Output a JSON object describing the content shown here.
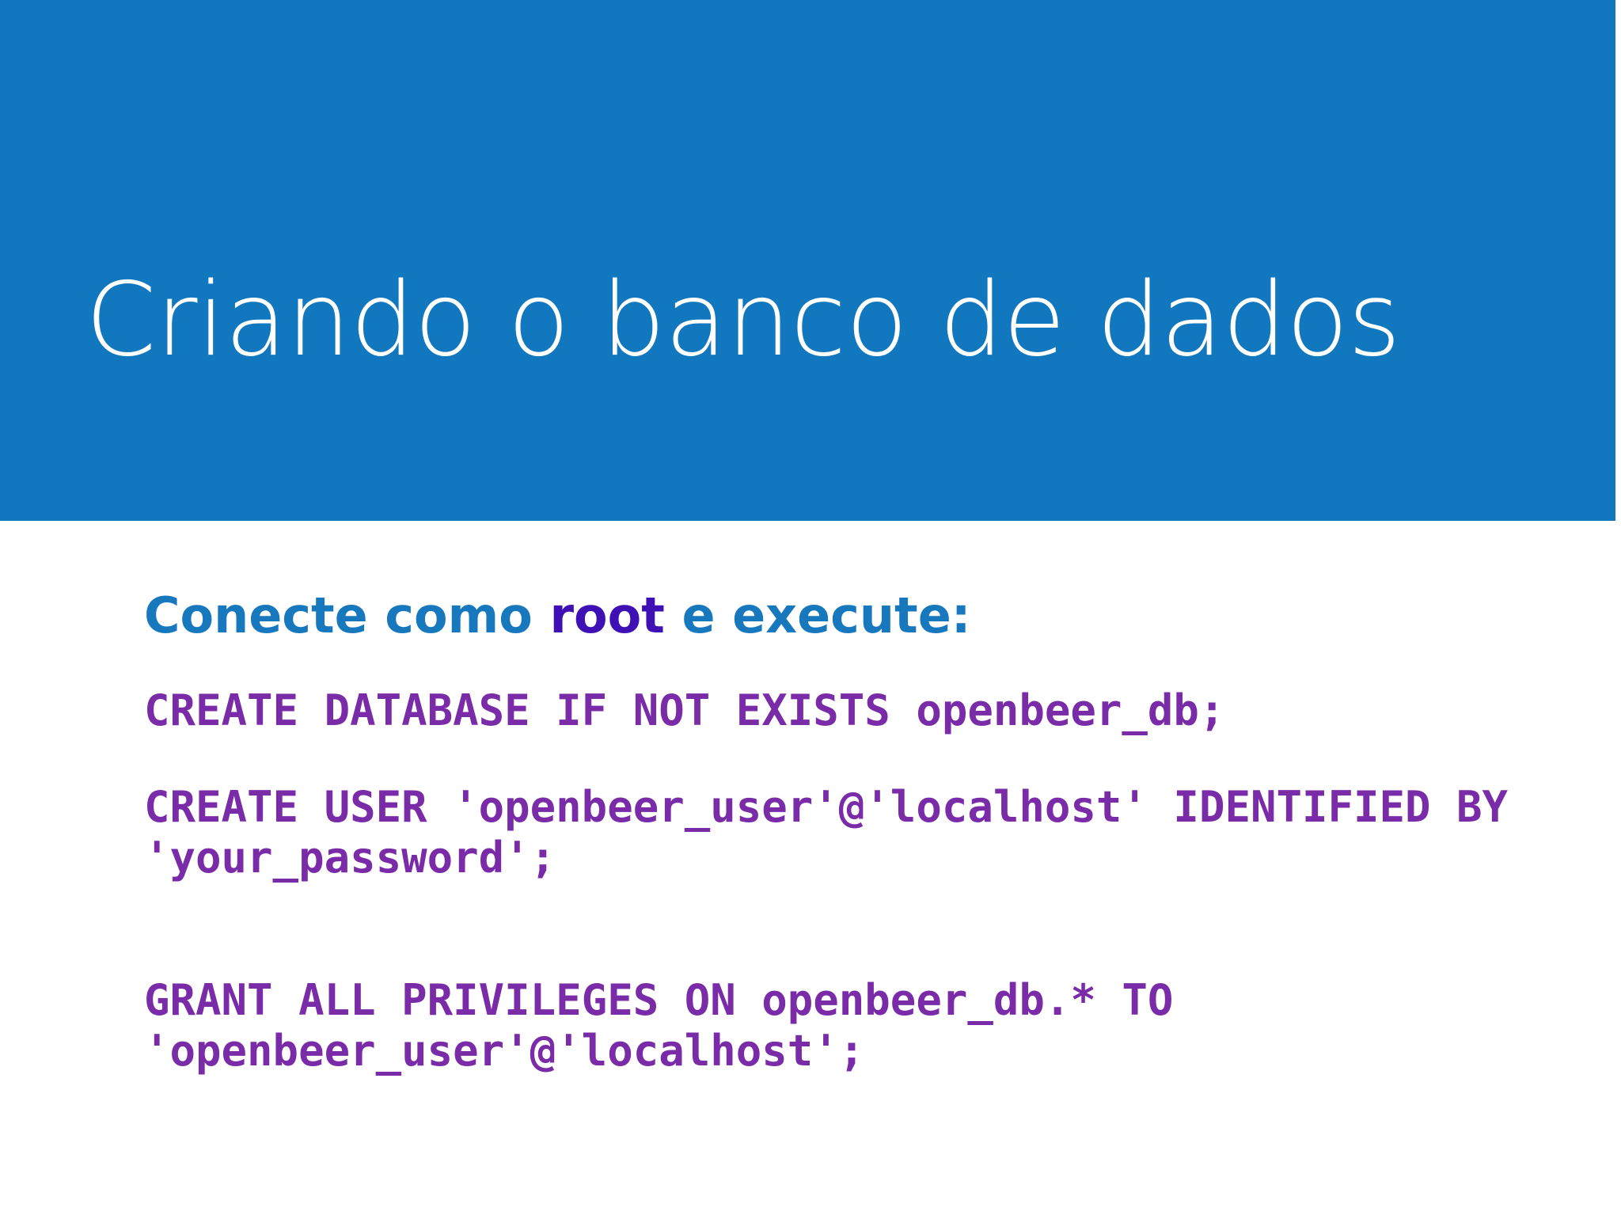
{
  "slide": {
    "background_color": "#ffffff",
    "header": {
      "band_color": "#1177BF",
      "title": "Criando o banco de dados",
      "title_color": "#FFFFFF"
    },
    "body": {
      "lead": {
        "before": "Conecte como ",
        "highlight": "root",
        "after": " e execute:",
        "text_color": "#1878BE",
        "highlight_color": "#3F10B4"
      },
      "code_color": "#7A2BA7",
      "code_blocks": [
        {
          "id": "create-database",
          "text": "CREATE DATABASE IF NOT EXISTS openbeer_db;"
        },
        {
          "id": "create-user",
          "text": "CREATE USER 'openbeer_user'@'localhost' IDENTIFIED BY 'your_password';"
        },
        {
          "id": "grant-privileges",
          "text": "GRANT ALL PRIVILEGES ON openbeer_db.* TO 'openbeer_user'@'localhost';"
        }
      ]
    }
  }
}
